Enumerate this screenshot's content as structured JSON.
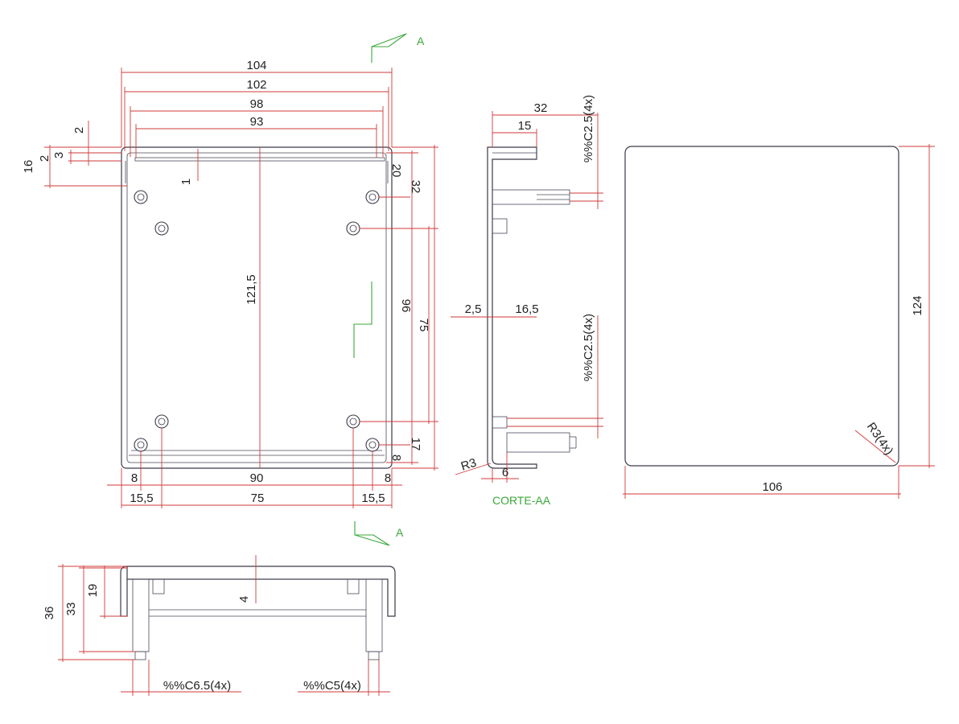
{
  "colors": {
    "outline": "#3a3a4a",
    "dimension": "#d23a3a",
    "cut_marker": "#3aa83a",
    "text": "#222222"
  },
  "section_marker": {
    "top": "A",
    "bottom": "A"
  },
  "front_view": {
    "width_dims": {
      "w104": "104",
      "w102": "102",
      "w98": "98",
      "w93": "93"
    },
    "left_dims": {
      "d2": "2",
      "d3": "3",
      "d2b": "2",
      "d16": "16"
    },
    "d1": "1",
    "height_121_5": "121,5",
    "right_dims": {
      "d20": "20",
      "d32": "32",
      "d96": "96",
      "d75": "75",
      "d17": "17",
      "d8": "8"
    },
    "bottom_dims": {
      "d8_left": "8",
      "d90": "90",
      "d8_right": "8",
      "d15_5_left": "15,5",
      "d75": "75",
      "d15_5_right": "15,5"
    }
  },
  "section_view": {
    "top_dims": {
      "d32": "32",
      "d15": "15"
    },
    "hole_top_label": "%%C2.5(4x)",
    "hole_mid_label": "%%C2.5(4x)",
    "wall_dims": {
      "d2_5": "2,5",
      "d16_5": "16,5"
    },
    "radius": "R3",
    "d6": "6",
    "caption": "CORTE-AA"
  },
  "lid_view": {
    "height": "124",
    "width": "106",
    "radius": "R3(4x)"
  },
  "side_view": {
    "d36": "36",
    "d33": "33",
    "d19": "19",
    "d4": "4",
    "hole_large": "%%C6.5(4x)",
    "hole_small": "%%C5(4x)"
  }
}
